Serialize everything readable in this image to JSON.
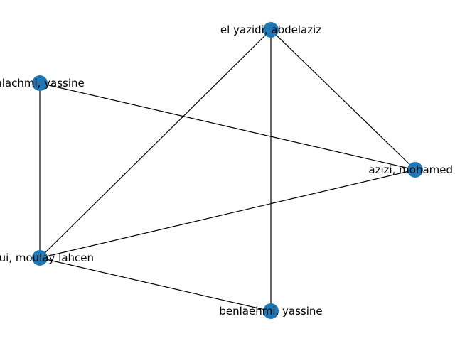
{
  "graph": {
    "node_color": "#1f77b4",
    "edge_color": "#000000",
    "nodes": [
      {
        "id": "n1",
        "label": "el yazidi, abdelaziz"
      },
      {
        "id": "n2",
        "label": "benlachmi, yassine",
        "display": "nlachmi, yassine"
      },
      {
        "id": "n3",
        "label": "azizi, mohamed s",
        "display": "azizi, mohamed s"
      },
      {
        "id": "n4",
        "label": "moulay lahcen",
        "display": "noui, moulay lahcen"
      },
      {
        "id": "n5",
        "label": "benlaehmi, yassine"
      }
    ],
    "edges": [
      [
        "n1",
        "n3"
      ],
      [
        "n1",
        "n4"
      ],
      [
        "n1",
        "n5"
      ],
      [
        "n2",
        "n3"
      ],
      [
        "n2",
        "n4"
      ],
      [
        "n4",
        "n3"
      ],
      [
        "n4",
        "n5"
      ]
    ]
  }
}
